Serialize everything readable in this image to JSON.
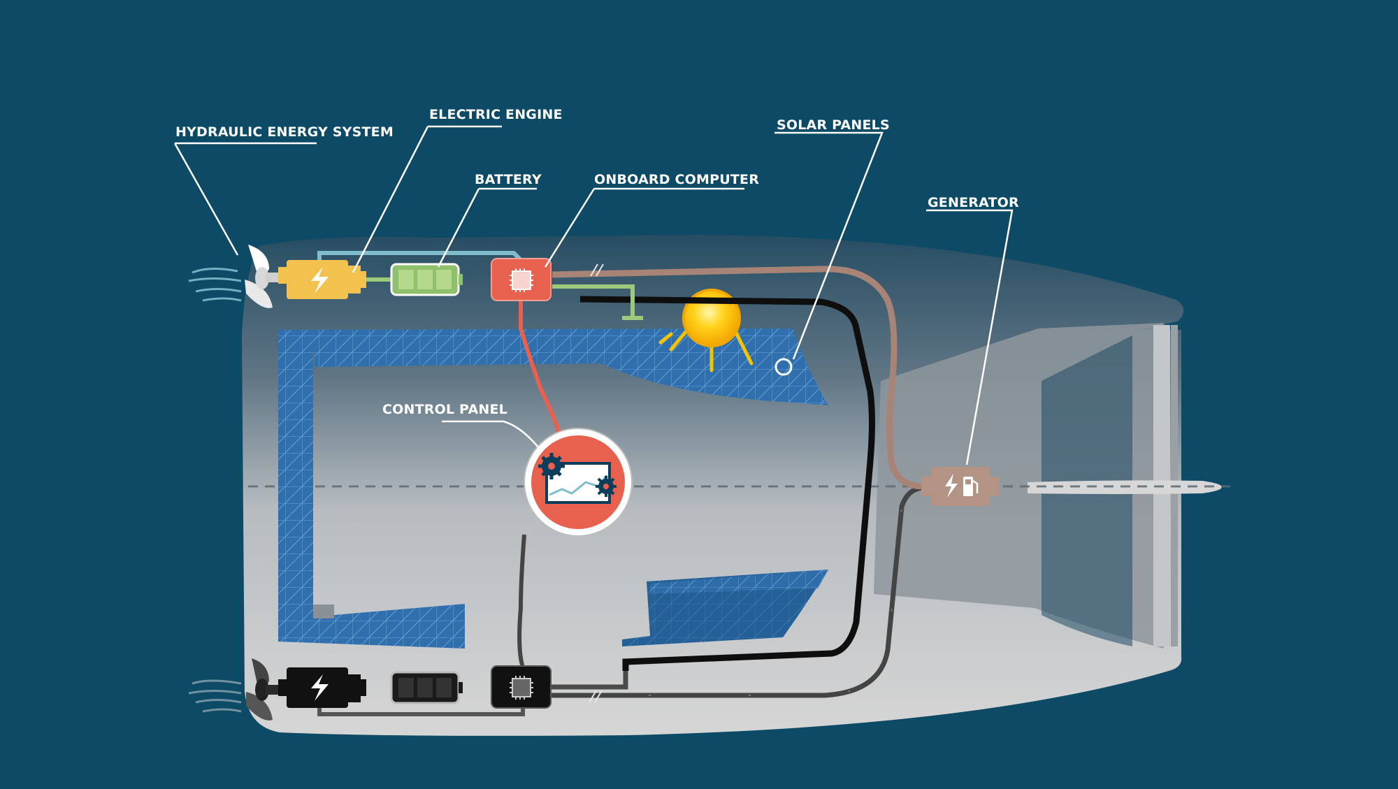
{
  "labels": {
    "hydraulic": "HYDRAULIC ENERGY SYSTEM",
    "electric_engine": "ELECTRIC ENGINE",
    "battery": "BATTERY",
    "onboard_computer": "ONBOARD COMPUTER",
    "solar_panels": "SOLAR PANELS",
    "generator": "GENERATOR",
    "control_panel": "CONTROL PANEL"
  },
  "colors": {
    "background": "#0c4a66",
    "hull": "#c9c9c9",
    "solar": "#2f6fae",
    "engine": "#f2c14e",
    "battery": "#8fc06b",
    "computer": "#e8604e",
    "generator": "#b39384",
    "cable_teal": "#7fbccc",
    "cable_green": "#9dc97a",
    "cable_brown": "#a88476",
    "cable_dark": "#1b1b1b"
  },
  "icons": [
    "propeller-icon",
    "lightning-icon",
    "chip-icon",
    "fuel-pump-icon",
    "gear-icon",
    "sun-icon",
    "chart-icon"
  ]
}
